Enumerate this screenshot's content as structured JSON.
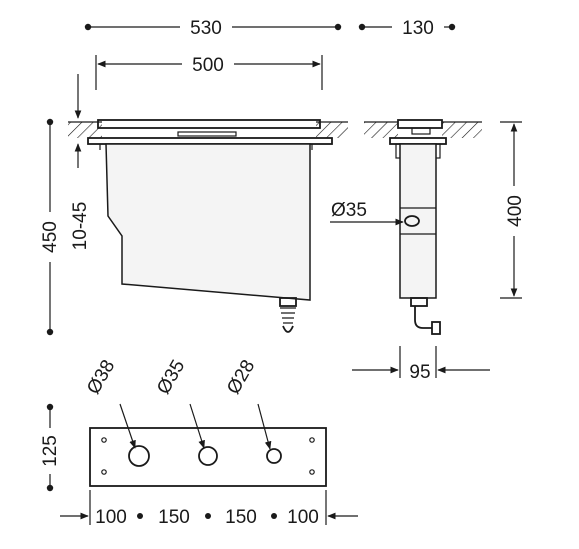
{
  "dimensions": {
    "overall_width": "530",
    "depth": "130",
    "inner_width": "500",
    "total_height": "450",
    "adjust_range": "10-45",
    "side_height": "400",
    "side_hole_dia": "Ø35",
    "side_depth": "95",
    "hole_dia_1": "Ø38",
    "hole_dia_2": "Ø35",
    "hole_dia_3": "Ø28",
    "plate_height": "125",
    "spacing_1": "100",
    "spacing_2": "150",
    "spacing_3": "150",
    "spacing_4": "100"
  },
  "colors": {
    "ink": "#1a1a1a",
    "tank_fill": "#f4f4f4"
  },
  "icons": {
    "arrow": "arrowhead",
    "endpoint": "dot-marker"
  }
}
